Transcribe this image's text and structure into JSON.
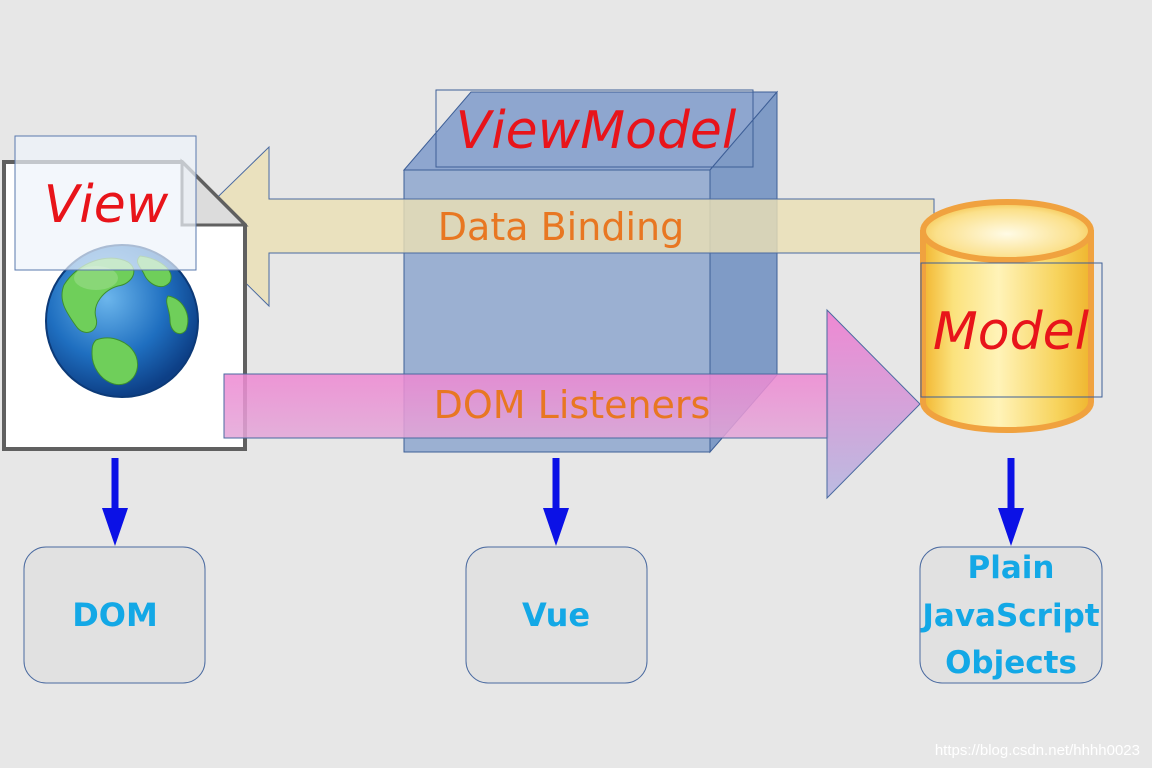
{
  "view": {
    "title": "View",
    "target": "DOM"
  },
  "viewmodel": {
    "title": "ViewModel",
    "target": "Vue"
  },
  "model": {
    "title": "Model",
    "target_lines": [
      "Plain",
      "JavaScript",
      "Objects"
    ]
  },
  "arrows": {
    "data_binding": "Data Binding",
    "dom_listeners": "DOM Listeners"
  },
  "watermark": "https://blog.csdn.net/hhhh0023",
  "colors": {
    "background": "#e7e7e7",
    "title_red": "#e8141a",
    "arrow_text_orange": "#e87722",
    "target_text_blue": "#13a8e6",
    "down_arrow_blue": "#0b11e6",
    "cube_front": "#9bb0d2",
    "cube_side": "#7f9bc6",
    "data_binding_arrow": "#eadfb4",
    "dom_listeners_arrow": "#e9a4d6",
    "cylinder": "#f5c94a"
  }
}
